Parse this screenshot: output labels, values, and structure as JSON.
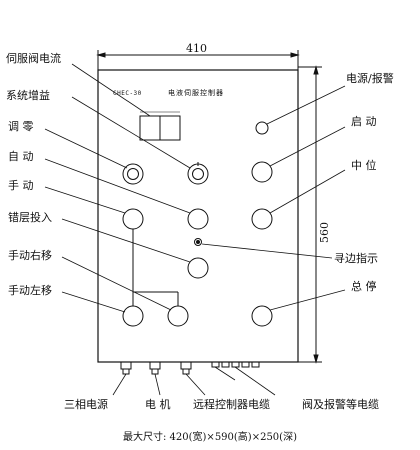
{
  "dimensions": {
    "width": "410",
    "height": "560"
  },
  "panel": {
    "model": "CHEC-30",
    "title": "电液伺服控制器"
  },
  "labels": {
    "servo_current": "伺服阀电流",
    "system_gain": "系统增益",
    "zero_adjust": "调  零",
    "auto_left": "自  动",
    "manual": "手  动",
    "offset_in": "错层投入",
    "manual_right": "手动右移",
    "manual_left": "手动左移",
    "power_alarm": "电源/报警",
    "start": "启  动",
    "center": "中  位",
    "edge_indicator": "寻边指示",
    "stop_all": "总  停",
    "three_phase": "三相电源",
    "motor": "电  机",
    "remote_cable": "远程控制器电缆",
    "valve_cable": "阀及报警等电缆"
  },
  "caption": "最大尺寸: 420(宽)×590(高)×250(深)"
}
